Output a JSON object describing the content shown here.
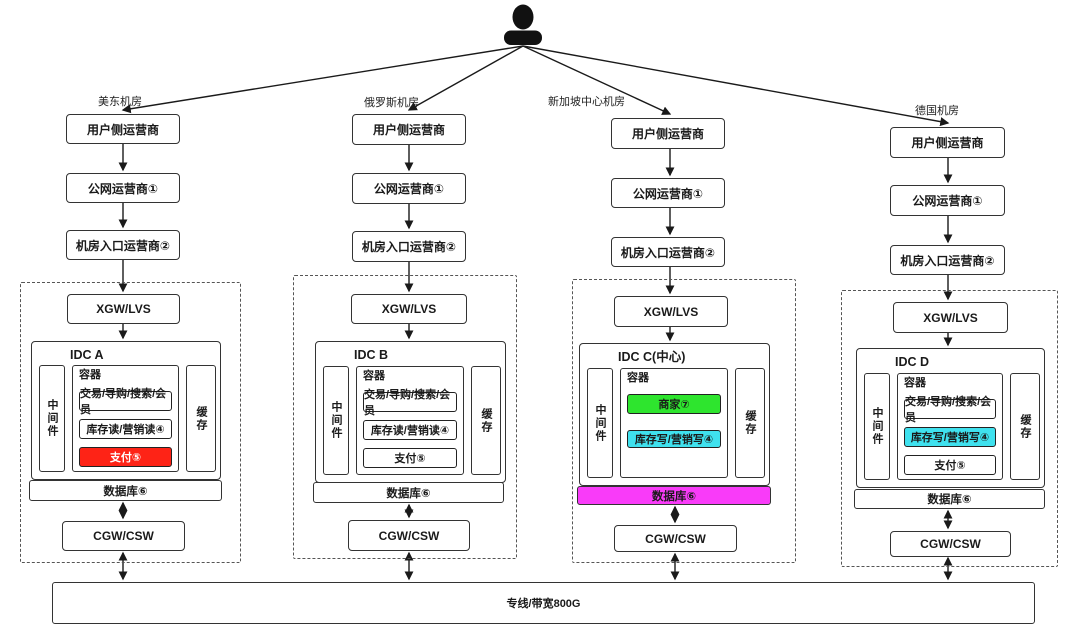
{
  "person": {
    "icon": "user-icon"
  },
  "bottom_bar": {
    "label": "专线/带宽800G"
  },
  "colors": {
    "red": "#fe2316",
    "green": "#2ee52e",
    "cyan": "#3fe1ee",
    "magenta": "#f93bf9"
  },
  "branches": [
    {
      "region_label": "美东机房",
      "user_carrier": "用户侧运营商",
      "public_carrier": "公网运营商①",
      "entry_carrier": "机房入口运营商②",
      "gateway": "XGW/LVS",
      "idc_label": "IDC A",
      "middleware": "中间件",
      "container_label": "容器",
      "container_items": [
        {
          "label": "交易/导购/搜索/会员",
          "bg": "#ffffff",
          "fg": "#1a1a1a"
        },
        {
          "label": "库存读/营销读④",
          "bg": "#ffffff",
          "fg": "#1a1a1a"
        },
        {
          "label": "支付⑤",
          "bg": "#fe2316",
          "fg": "#ffffff"
        }
      ],
      "cache": "缓存",
      "database": {
        "label": "数据库⑥",
        "bg": "#ffffff",
        "fg": "#1a1a1a"
      },
      "switch": "CGW/CSW"
    },
    {
      "region_label": "俄罗斯机房",
      "user_carrier": "用户侧运营商",
      "public_carrier": "公网运营商①",
      "entry_carrier": "机房入口运营商②",
      "gateway": "XGW/LVS",
      "idc_label": "IDC B",
      "middleware": "中间件",
      "container_label": "容器",
      "container_items": [
        {
          "label": "交易/导购/搜索/会员",
          "bg": "#ffffff",
          "fg": "#1a1a1a"
        },
        {
          "label": "库存读/营销读④",
          "bg": "#ffffff",
          "fg": "#1a1a1a"
        },
        {
          "label": "支付⑤",
          "bg": "#ffffff",
          "fg": "#1a1a1a"
        }
      ],
      "cache": "缓存",
      "database": {
        "label": "数据库⑥",
        "bg": "#ffffff",
        "fg": "#1a1a1a"
      },
      "switch": "CGW/CSW"
    },
    {
      "region_label": "新加坡中心机房",
      "user_carrier": "用户侧运营商",
      "public_carrier": "公网运营商①",
      "entry_carrier": "机房入口运营商②",
      "gateway": "XGW/LVS",
      "idc_label": "IDC C(中心)",
      "middleware": "中间件",
      "container_label": "容器",
      "container_items": [
        {
          "label": "商家⑦",
          "bg": "#2ee52e",
          "fg": "#1a1a1a"
        },
        {
          "label": "库存写/营销写④",
          "bg": "#3fe1ee",
          "fg": "#1a1a1a"
        }
      ],
      "cache": "缓存",
      "database": {
        "label": "数据库⑥",
        "bg": "#f93bf9",
        "fg": "#1a1a1a"
      },
      "switch": "CGW/CSW"
    },
    {
      "region_label": "德国机房",
      "user_carrier": "用户侧运营商",
      "public_carrier": "公网运营商①",
      "entry_carrier": "机房入口运营商②",
      "gateway": "XGW/LVS",
      "idc_label": "IDC D",
      "middleware": "中间件",
      "container_label": "容器",
      "container_items": [
        {
          "label": "交易/导购/搜索/会员",
          "bg": "#ffffff",
          "fg": "#1a1a1a"
        },
        {
          "label": "库存写/营销写④",
          "bg": "#3fe1ee",
          "fg": "#1a1a1a"
        },
        {
          "label": "支付⑤",
          "bg": "#ffffff",
          "fg": "#1a1a1a"
        }
      ],
      "cache": "缓存",
      "database": {
        "label": "数据库⑥",
        "bg": "#ffffff",
        "fg": "#1a1a1a"
      },
      "switch": "CGW/CSW"
    }
  ]
}
